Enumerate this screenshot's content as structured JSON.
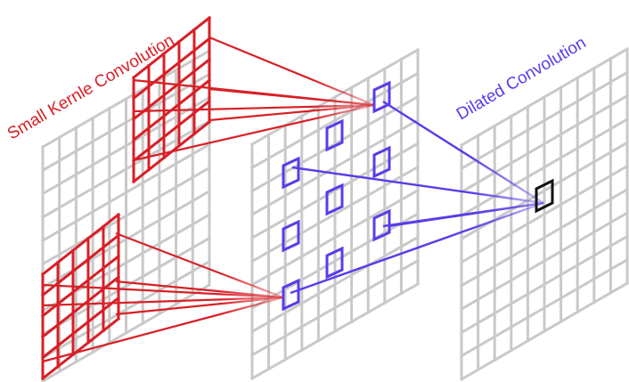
{
  "labels": {
    "small_kernel": "Small Kernle Convolution",
    "dilated": "Dilated Convolution"
  },
  "colors": {
    "grid": "#c9c9c9",
    "kernel_red": "#d81f26",
    "link_blue": "#5b3bea",
    "output_cell": "#111111",
    "background": "#ffffff"
  },
  "grid_size": 10,
  "kernel_size": 5
}
